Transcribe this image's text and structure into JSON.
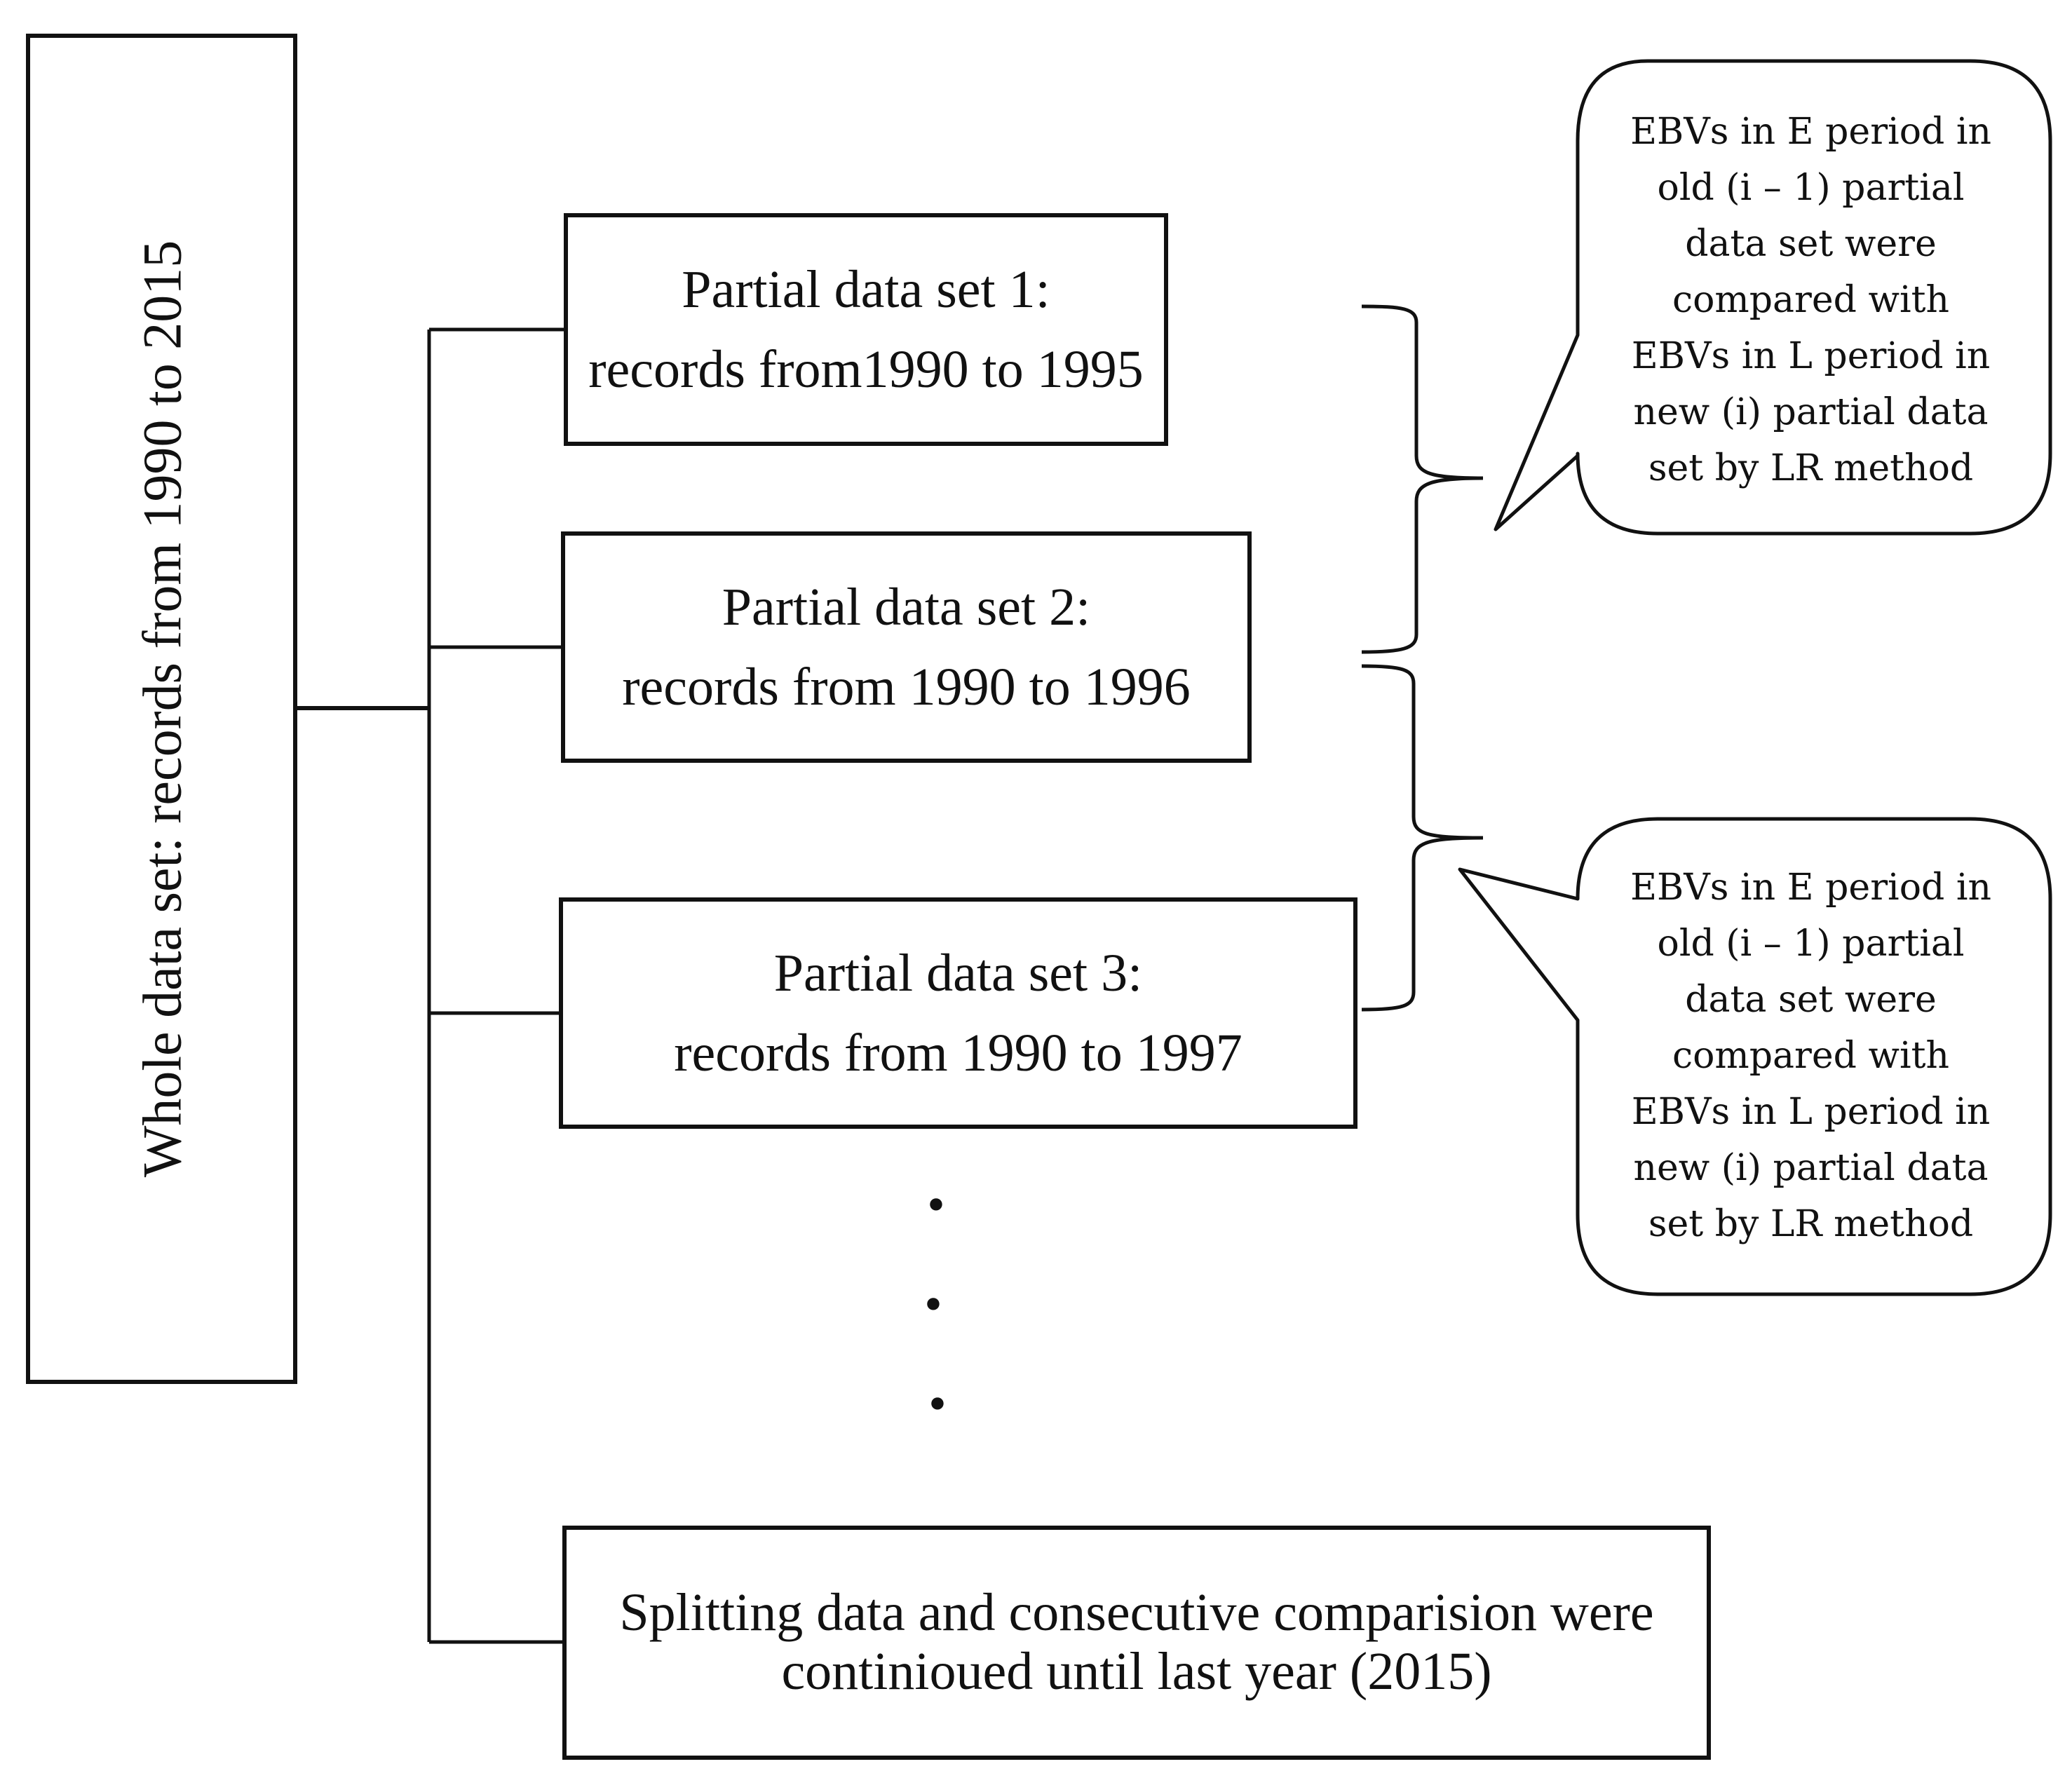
{
  "whole": {
    "label": "Whole data set: records from 1990 to 2015"
  },
  "partial_sets": [
    {
      "line1": "Partial data set 1:",
      "line2": "records from1990 to 1995"
    },
    {
      "line1": "Partial data set 2:",
      "line2": "records from 1990 to 1996"
    },
    {
      "line1": "Partial data set 3:",
      "line2": "records from 1990 to 1997"
    }
  ],
  "ellipsis": [
    "•",
    "•",
    "•"
  ],
  "final": {
    "line1": "Splitting data and consecutive comparision were",
    "line2": "continioued  until last year (2015)"
  },
  "callouts": [
    {
      "lines": [
        "EBVs in E period in",
        "old (i – 1) partial",
        "data set were",
        "compared with",
        "EBVs in L period in",
        "new (i) partial data",
        "set by LR method"
      ]
    },
    {
      "lines": [
        "EBVs in E period in",
        "old (i – 1) partial",
        "data set were",
        "compared with",
        "EBVs in L period in",
        "new (i) partial data",
        "set by LR method"
      ]
    }
  ]
}
